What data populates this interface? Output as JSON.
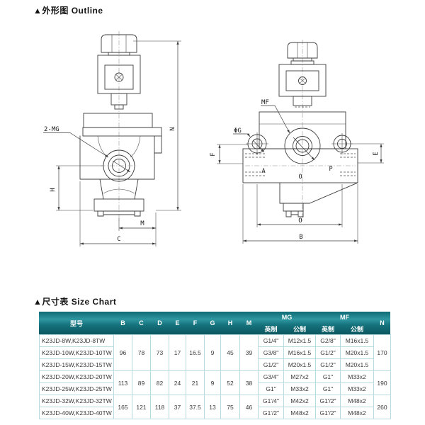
{
  "titles": {
    "outline": "▲外形图 Outline",
    "size_chart": "▲尺寸表 Size Chart"
  },
  "left_drawing": {
    "port_label": "2-MG",
    "dim_n": "N",
    "dim_h": "H",
    "dim_m": "M",
    "dim_c": "C"
  },
  "right_drawing": {
    "port_label": "MF",
    "hole_label": "ΦG",
    "dim_f": "F",
    "dim_e": "E",
    "dim_o": "O",
    "dim_b": "B",
    "port_a": "A",
    "port_o": "O",
    "port_p": "P"
  },
  "table": {
    "header": {
      "model": "型号",
      "b": "B",
      "c": "C",
      "d": "D",
      "e": "E",
      "f": "F",
      "g": "G",
      "h": "H",
      "m": "M",
      "mg": "MG",
      "mf": "MF",
      "n": "N",
      "imperial": "英制",
      "metric": "公制"
    },
    "groups": [
      {
        "b": "96",
        "c": "78",
        "d": "73",
        "e": "17",
        "f": "16.5",
        "g": "9",
        "h": "45",
        "m": "39",
        "n": "170",
        "rows": [
          {
            "model": "K23JD-8W,K23JD-8TW",
            "mg_imperial": "G1/4\"",
            "mg_metric": "M12x1.5",
            "mf_imperial": "G2/8\"",
            "mf_metric": "M16x1.5"
          },
          {
            "model": "K23JD-10W,K23JD-10TW",
            "mg_imperial": "G3/8\"",
            "mg_metric": "M16x1.5",
            "mf_imperial": "G1/2\"",
            "mf_metric": "M20x1.5"
          },
          {
            "model": "K23JD-15W,K23JD-15TW",
            "mg_imperial": "G1/2\"",
            "mg_metric": "M20x1.5",
            "mf_imperial": "G1/2\"",
            "mf_metric": "M20x1.5"
          }
        ]
      },
      {
        "b": "113",
        "c": "89",
        "d": "82",
        "e": "24",
        "f": "21",
        "g": "9",
        "h": "52",
        "m": "38",
        "n": "190",
        "rows": [
          {
            "model": "K23JD-20W,K23JD-20TW",
            "mg_imperial": "G3/4\"",
            "mg_metric": "M27x2",
            "mf_imperial": "G1\"",
            "mf_metric": "M33x2"
          },
          {
            "model": "K23JD-25W,K23JD-25TW",
            "mg_imperial": "G1\"",
            "mg_metric": "M33x2",
            "mf_imperial": "G1\"",
            "mf_metric": "M33x2"
          }
        ]
      },
      {
        "b": "165",
        "c": "121",
        "d": "118",
        "e": "37",
        "f": "37.5",
        "g": "13",
        "h": "75",
        "m": "46",
        "n": "260",
        "rows": [
          {
            "model": "K23JD-32W,K23JD-32TW",
            "mg_imperial": "G1'/4\"",
            "mg_metric": "M42x2",
            "mf_imperial": "G1'/2\"",
            "mf_metric": "M48x2"
          },
          {
            "model": "K23JD-40W,K23JD-40TW",
            "mg_imperial": "G1'/2\"",
            "mg_metric": "M48x2",
            "mf_imperial": "G1'/2\"",
            "mf_metric": "M48x2"
          }
        ]
      }
    ]
  }
}
